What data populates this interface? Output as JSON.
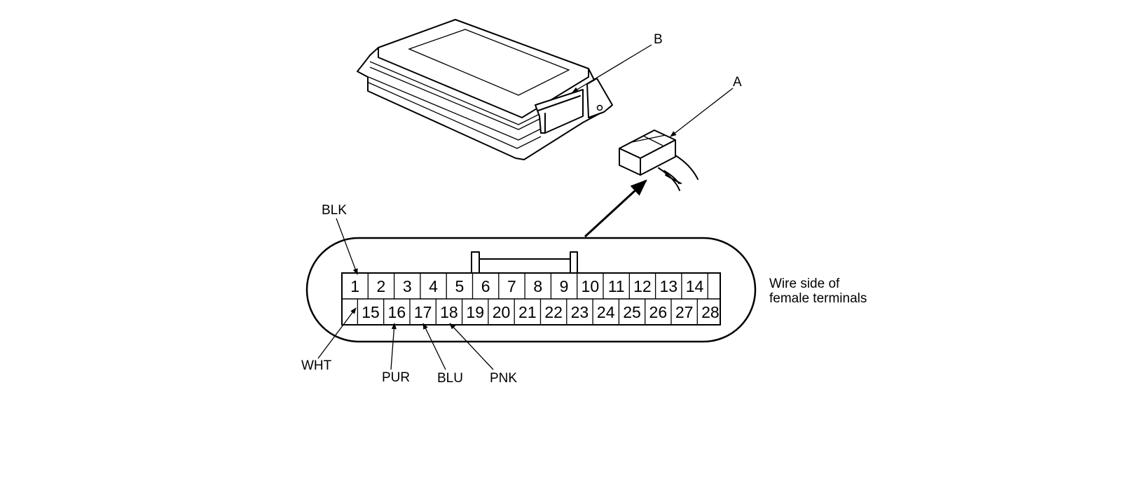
{
  "labels": {
    "component_b": "B",
    "connector_a": "A",
    "note_line1": "Wire side of",
    "note_line2": "female terminals"
  },
  "wires": [
    {
      "color": "BLK",
      "terminal": "1"
    },
    {
      "color": "WHT",
      "terminal": "15"
    },
    {
      "color": "PUR",
      "terminal": "16"
    },
    {
      "color": "BLU",
      "terminal": "17"
    },
    {
      "color": "PNK",
      "terminal": "18"
    }
  ],
  "terminals": {
    "top_row": [
      "1",
      "2",
      "3",
      "4",
      "5",
      "6",
      "7",
      "8",
      "9",
      "10",
      "11",
      "12",
      "13",
      "14"
    ],
    "bottom_row": [
      "15",
      "16",
      "17",
      "18",
      "19",
      "20",
      "21",
      "22",
      "23",
      "24",
      "25",
      "26",
      "27",
      "28"
    ]
  }
}
